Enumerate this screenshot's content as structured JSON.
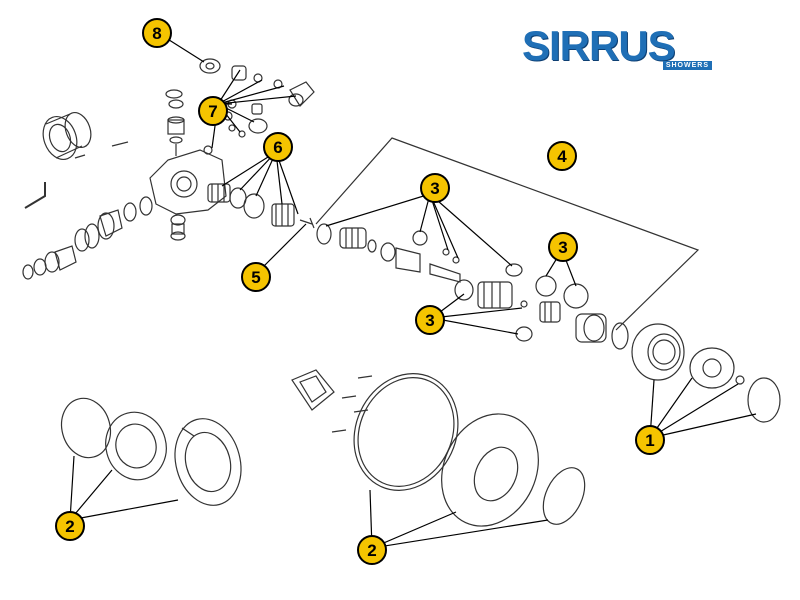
{
  "brand": {
    "name": "SIRRUS",
    "tagline": "SHOWERS",
    "color": "#1f6fb6"
  },
  "callout_style": {
    "fill": "#f5c400",
    "stroke": "#000000"
  },
  "callouts": [
    {
      "id": "c8",
      "label": "8"
    },
    {
      "id": "c7",
      "label": "7"
    },
    {
      "id": "c6",
      "label": "6"
    },
    {
      "id": "c5",
      "label": "5"
    },
    {
      "id": "c4",
      "label": "4"
    },
    {
      "id": "c3a",
      "label": "3"
    },
    {
      "id": "c3b",
      "label": "3"
    },
    {
      "id": "c3c",
      "label": "3"
    },
    {
      "id": "c1",
      "label": "1"
    },
    {
      "id": "c2a",
      "label": "2"
    },
    {
      "id": "c2b",
      "label": "2"
    }
  ]
}
